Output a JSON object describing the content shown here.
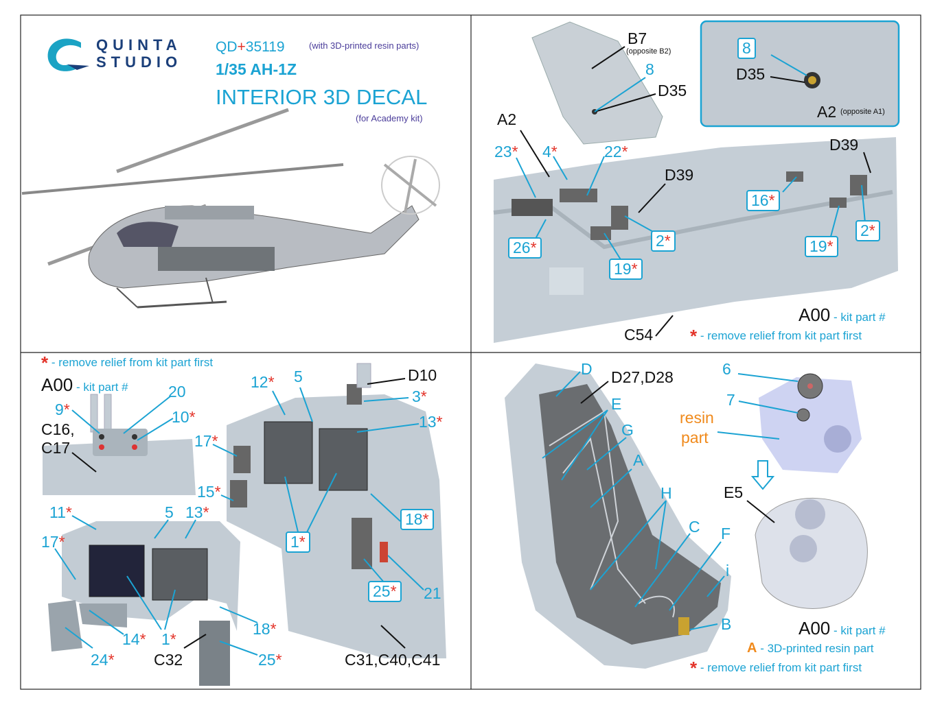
{
  "header": {
    "brand_line1": "QUINTA",
    "brand_line2": "STUDIO",
    "code_prefix": "QD",
    "code_plus": "+",
    "code_number": "35119",
    "code_note": "(with 3D-printed resin parts)",
    "scale_model": "1/35 AH-1Z",
    "product": "INTERIOR 3D DECAL",
    "kit_note": "(for Academy kit)"
  },
  "legend": {
    "code_example": "A00",
    "kit_part": "- kit part #",
    "star": "*",
    "remove_relief": "- remove relief from kit part first",
    "resin_code": "A",
    "resin_text": "- 3D-printed resin part"
  },
  "panel_tr": {
    "labels": [
      "B7",
      "(opposite B2)",
      "8",
      "D35",
      "8",
      "D35",
      "A2",
      "(opposite A1)",
      "A2",
      "23",
      "4",
      "22",
      "D39",
      "D39",
      "16",
      "2",
      "2",
      "26",
      "19",
      "19",
      "C54"
    ]
  },
  "panel_bl": {
    "labels": [
      "9",
      "20",
      "10",
      "C16,",
      "C17",
      "12",
      "5",
      "D10",
      "3",
      "13",
      "17",
      "15",
      "18",
      "1",
      "11",
      "5",
      "13",
      "17",
      "25",
      "21",
      "18",
      "14",
      "1",
      "24",
      "C32",
      "25",
      "C31,C40,C41"
    ]
  },
  "panel_br": {
    "labels": [
      "D",
      "D27,D28",
      "E",
      "G",
      "A",
      "H",
      "C",
      "F",
      "i",
      "B",
      "6",
      "7",
      "resin",
      "part",
      "E5"
    ]
  }
}
